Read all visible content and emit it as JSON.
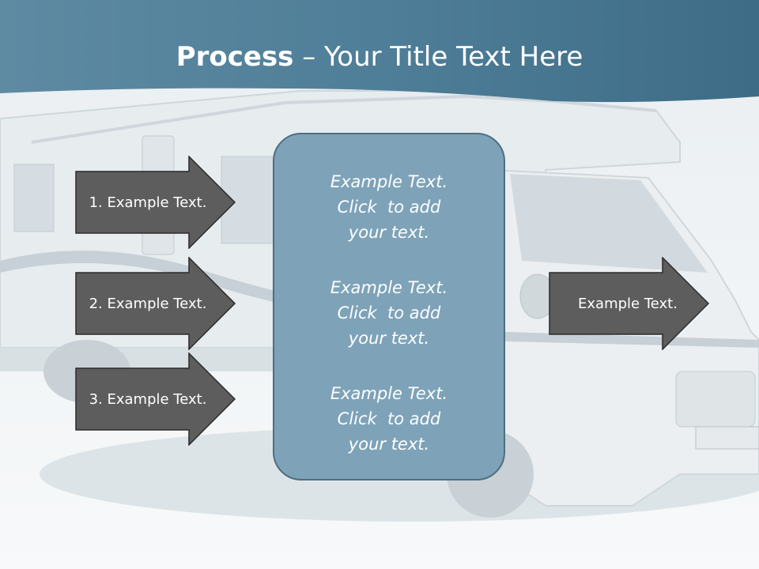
{
  "slide": {
    "title_bold": "Process",
    "title_rest": " – Your Title Text Here",
    "colors": {
      "header": "#4f7e98",
      "arrow_fill": "#5d5d5d",
      "center_box": "#7ea3b8",
      "center_border": "#4d6f80"
    }
  },
  "left_arrows": [
    {
      "label": "1. Example Text."
    },
    {
      "label": "2. Example Text."
    },
    {
      "label": "3. Example Text."
    }
  ],
  "center_blocks": [
    {
      "line1": "Example Text.",
      "line2": "Click  to add",
      "line3": "your text."
    },
    {
      "line1": "Example Text.",
      "line2": "Click  to add",
      "line3": "your text."
    },
    {
      "line1": "Example Text.",
      "line2": "Click  to add",
      "line3": "your text."
    }
  ],
  "right_arrow": {
    "label": "Example Text."
  }
}
